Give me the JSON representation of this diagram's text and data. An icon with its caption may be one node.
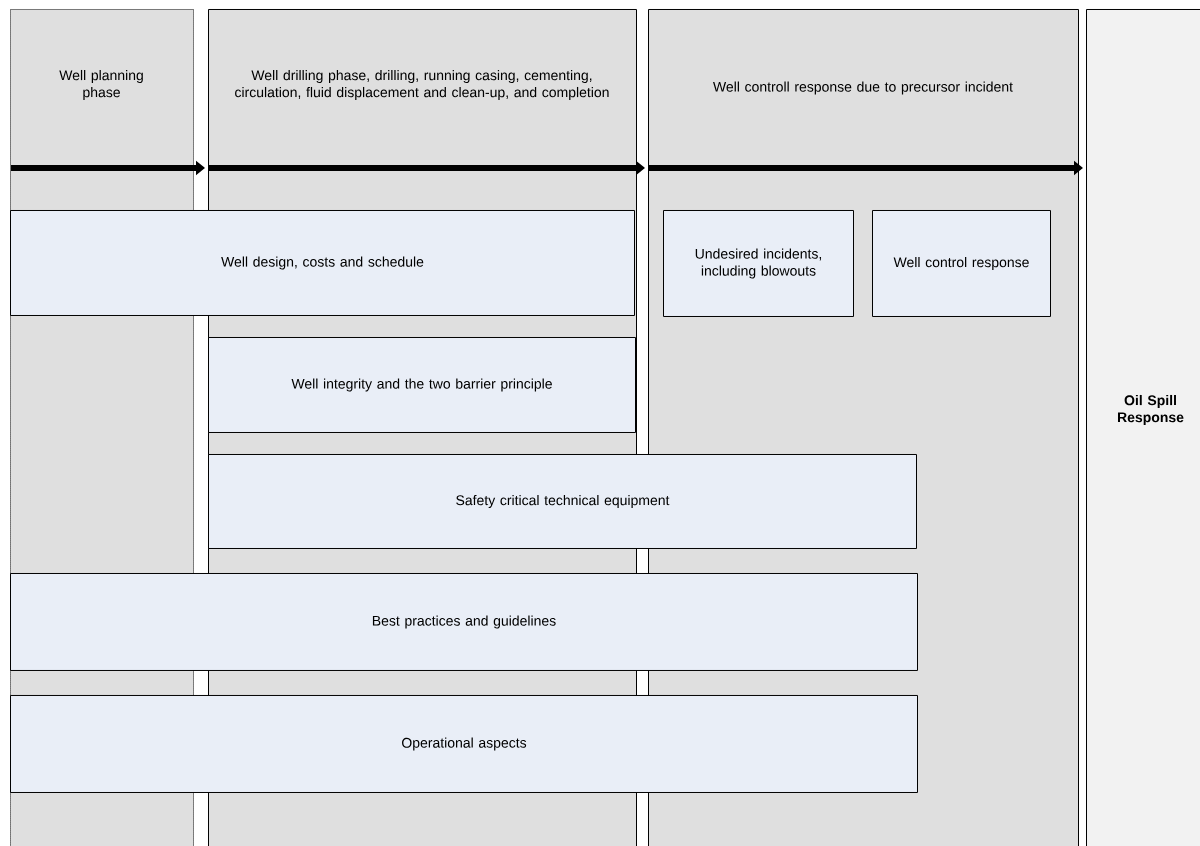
{
  "diagram": {
    "nodes": [
      {
        "text": [
          "Well planning phase"
        ]
      },
      {
        "text": [
          "Well drilling phase, drilling, running casing, cementing, circulation, fluid displacement and clean-up, and completion"
        ]
      },
      {
        "text": [
          "Well controll response due to precursor incident"
        ]
      },
      {
        "text": [
          "Oil Spill Response"
        ]
      },
      {
        "text": [
          "Well design, costs and schedule"
        ]
      },
      {
        "text": [
          "Well integrity and the two barrier principle"
        ],
        "in": 1
      },
      {
        "text": [
          "Undesired incidents, including blowouts"
        ],
        "in": 2
      },
      {
        "text": [
          "Well control response"
        ],
        "in": 2
      },
      {
        "text": [
          "Safety critical technical equipment"
        ]
      },
      {
        "text": [
          "Best practices and guidelines"
        ]
      },
      {
        "text": [
          "Operational aspects"
        ]
      }
    ],
    "edges": [
      {
        "from": 0,
        "to": 1,
        "arrow": "to"
      },
      {
        "from": 1,
        "to": 2,
        "arrow": "to"
      },
      {
        "from": 2,
        "to": 3,
        "arrow": "to"
      }
    ]
  }
}
